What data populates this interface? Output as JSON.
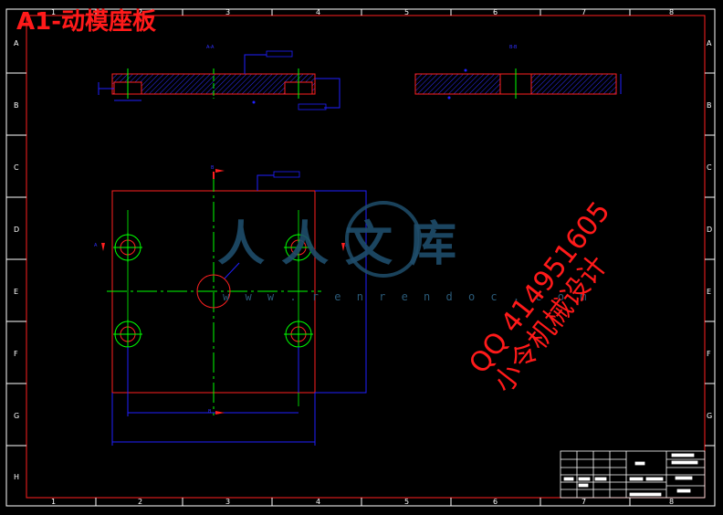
{
  "drawing": {
    "title": "A1-动模座板",
    "watermark_text": "人人文库",
    "watermark_url": "w w w . r e n r e n d o c . c o m",
    "promo_line1": "QQ 414951605",
    "promo_line2": "小令机械设计",
    "zone_columns": [
      "1",
      "2",
      "3",
      "4",
      "5",
      "6",
      "7",
      "8"
    ],
    "zone_rows": [
      "A",
      "B",
      "C",
      "D",
      "E",
      "F",
      "G",
      "H"
    ],
    "section_label_left": "A-A",
    "section_label_right": "B-B",
    "section_marker_a": "A",
    "section_marker_b": "B"
  },
  "colors": {
    "background": "#000000",
    "frame": "#ff2020",
    "outline": "#ff2020",
    "centerline": "#00ff00",
    "dimension": "#2020ff",
    "border": "#ffffff",
    "hatch": "#3030ff",
    "watermark": "#1f4d6b",
    "titleblock": "#ffffff"
  }
}
